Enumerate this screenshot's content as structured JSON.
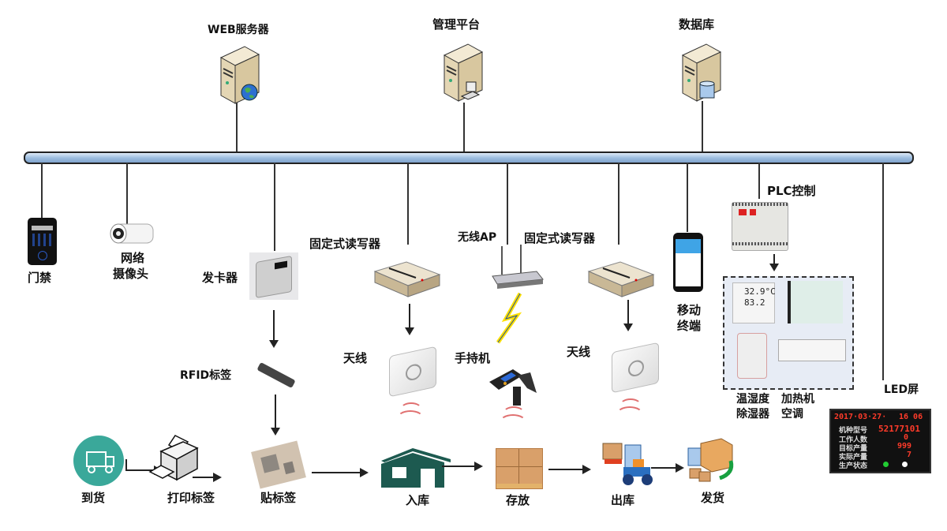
{
  "top_nodes": {
    "web_server": "WEB服务器",
    "management_platform": "管理平台",
    "database": "数据库"
  },
  "devices": {
    "access_control": "门禁",
    "network_camera_line1": "网络",
    "network_camera_line2": "摄像头",
    "card_issuer": "发卡器",
    "rfid_tag": "RFID标签",
    "fixed_reader_left": "固定式读写器",
    "wireless_ap": "无线AP",
    "fixed_reader_right": "固定式读写器",
    "antenna_left": "天线",
    "handheld": "手持机",
    "antenna_right": "天线",
    "mobile_terminal_line1": "移动",
    "mobile_terminal_line2": "终端",
    "plc_control": "PLC控制",
    "led_screen": "LED屏"
  },
  "environment_devices": {
    "line1_a": "温湿度",
    "line1_b": "加热机",
    "line2_a": "除湿器",
    "line2_b": "空调",
    "thermo_display_top": "32.9°C",
    "thermo_display_bottom": "83.2"
  },
  "led_display": {
    "date": "2017·03·27·",
    "time": "16 06",
    "rows": [
      {
        "label": "机种型号",
        "value": "52177101"
      },
      {
        "label": "工作人数",
        "value": "0"
      },
      {
        "label": "目标产量",
        "value": "999"
      },
      {
        "label": "实际产量",
        "value": "7"
      },
      {
        "label": "生产状态",
        "value": ""
      }
    ],
    "status_colors": [
      "#22cc33",
      "#ffffff"
    ]
  },
  "process_flow": [
    {
      "label": "到货",
      "icon": "delivery-truck-icon"
    },
    {
      "label": "打印标签",
      "icon": "printer-icon"
    },
    {
      "label": "贴标签",
      "icon": "rfid-label-icon"
    },
    {
      "label": "入库",
      "icon": "warehouse-icon"
    },
    {
      "label": "存放",
      "icon": "pallet-boxes-icon"
    },
    {
      "label": "出库",
      "icon": "forklift-icon"
    },
    {
      "label": "发货",
      "icon": "shipping-truck-icon"
    }
  ],
  "colors": {
    "bus_fill": "#9fbfe0",
    "warehouse": "#1d5a50",
    "truck_circle": "#3aa89a",
    "signal_wave": "#e07070",
    "led_text": "#ff3b2a"
  }
}
